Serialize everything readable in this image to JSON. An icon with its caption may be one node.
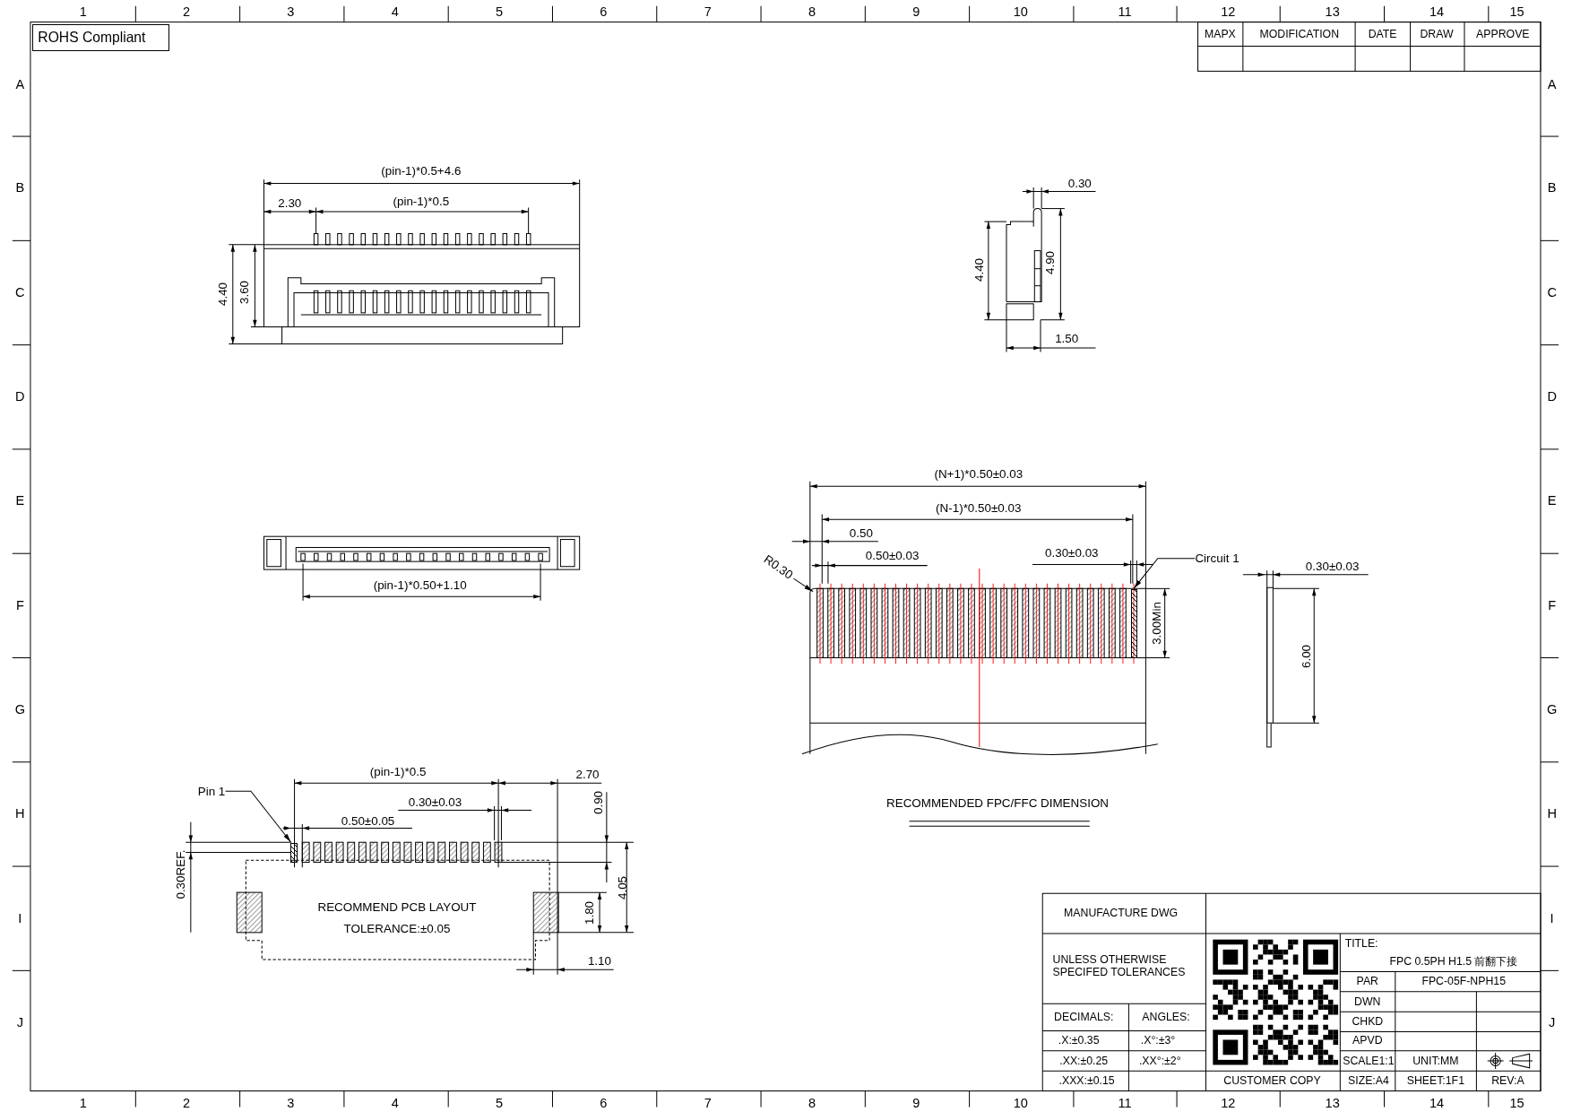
{
  "diagram": {
    "nodes": [
      {
        "text": [
          "ROHS Compliant"
        ]
      },
      {
        "text": [
          "Pin 1"
        ]
      },
      {
        "text": [],
        "shape": "box"
      },
      {
        "text": [
          "Circuit 1"
        ]
      },
      {
        "text": [],
        "shape": "box"
      },
      {
        "text": [
          "R0.30"
        ]
      }
    ],
    "edges": [
      {
        "from": 1,
        "to": 2,
        "arrow": "to"
      },
      {
        "from": 3,
        "to": 4,
        "arrow": "to"
      },
      {
        "from": 5,
        "to": null,
        "arrow": "to"
      }
    ],
    "labels": [
      "1",
      "2",
      "3",
      "4",
      "5",
      "6",
      "7",
      "8",
      "9",
      "10",
      "11",
      "12",
      "13",
      "14",
      "15",
      "1",
      "2",
      "3",
      "4",
      "5",
      "6",
      "7",
      "8",
      "9",
      "10",
      "11",
      "12",
      "13",
      "14",
      "15",
      "A",
      "B",
      "C",
      "D",
      "E",
      "F",
      "G",
      "H",
      "I",
      "J",
      "A",
      "B",
      "C",
      "D",
      "E",
      "F",
      "G",
      "H",
      "I",
      "J",
      "MAPX",
      "MODIFICATION",
      "DATE",
      "DRAW",
      "APPROVE",
      "(pin-1)*0.5+4.6",
      "2.30",
      "(pin-1)*0.5",
      "4.40",
      "3.60",
      "0.30",
      "4.40",
      "4.90",
      "1.50",
      "(pin-1)*0.50+1.10",
      "(N+1)*0.50±0.03",
      "(N-1)*0.50±0.03",
      "0.50",
      "0.50±0.03",
      "0.30±0.03",
      "3.00Min",
      "0.30±0.03",
      "6.00",
      "RECOMMENDED FPC/FFC DIMENSION",
      "(pin-1)*0.5",
      "2.70",
      "0.30±0.03",
      "0.90",
      "0.50±0.05",
      "4.05",
      "1.80",
      "0.30REF.",
      "RECOMMEND PCB LAYOUT",
      "TOLERANCE:±0.05",
      "1.10",
      "MANUFACTURE DWG",
      "UNLESS OTHERWISE SPECIFED TOLERANCES",
      "DECIMALS:",
      "ANGLES:",
      ".X:±0.35",
      ".X°:±3°",
      ".XX:±0.25",
      ".XX°:±2°",
      ".XXX:±0.15",
      "CUSTOMER COPY",
      "TITLE:",
      "FPC 0.5PH H1.5 前翻下接",
      "PAR",
      "FPC-05F-NPH15",
      "DWN",
      "CHKD",
      "APVD",
      "SCALE1:1",
      "UNIT:MM",
      "SIZE:A4",
      "SHEET:1F1",
      "REV:A"
    ]
  }
}
